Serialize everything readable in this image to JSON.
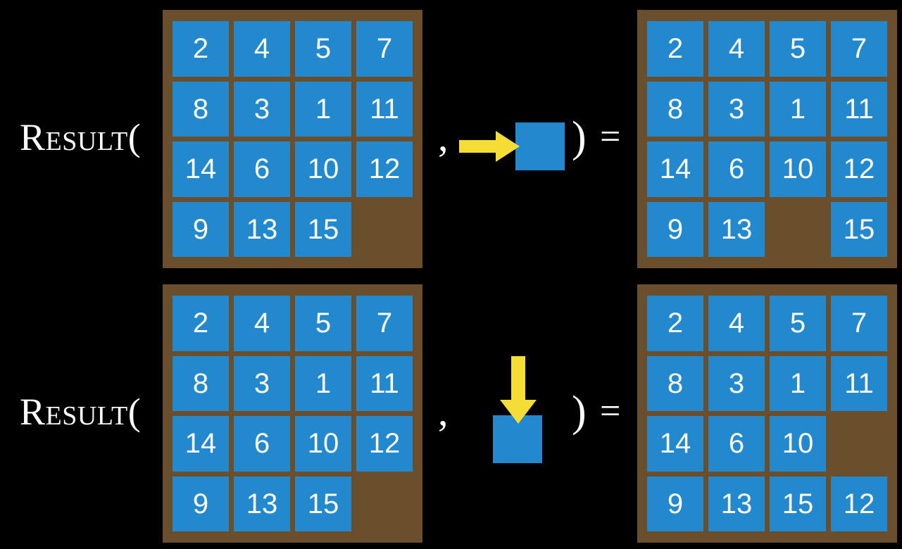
{
  "colors": {
    "background": "#000000",
    "board": "#6b4f2c",
    "tile": "#2389ce",
    "tile_text": "#ffffff",
    "arrow": "#f5dd35",
    "text": "#ffffff"
  },
  "equations": [
    {
      "label": "Result(",
      "comma": ",",
      "close_paren": ")",
      "equals": "=",
      "action": {
        "name": "move-right",
        "direction": "right",
        "arrow_glyph": "→"
      },
      "input_board": {
        "rows": [
          [
            "2",
            "4",
            "5",
            "7"
          ],
          [
            "8",
            "3",
            "1",
            "11"
          ],
          [
            "14",
            "6",
            "10",
            "12"
          ],
          [
            "9",
            "13",
            "15",
            ""
          ]
        ]
      },
      "output_board": {
        "rows": [
          [
            "2",
            "4",
            "5",
            "7"
          ],
          [
            "8",
            "3",
            "1",
            "11"
          ],
          [
            "14",
            "6",
            "10",
            "12"
          ],
          [
            "9",
            "13",
            "",
            "15"
          ]
        ]
      }
    },
    {
      "label": "Result(",
      "comma": ",",
      "close_paren": ")",
      "equals": "=",
      "action": {
        "name": "move-down",
        "direction": "down",
        "arrow_glyph": "↓"
      },
      "input_board": {
        "rows": [
          [
            "2",
            "4",
            "5",
            "7"
          ],
          [
            "8",
            "3",
            "1",
            "11"
          ],
          [
            "14",
            "6",
            "10",
            "12"
          ],
          [
            "9",
            "13",
            "15",
            ""
          ]
        ]
      },
      "output_board": {
        "rows": [
          [
            "2",
            "4",
            "5",
            "7"
          ],
          [
            "8",
            "3",
            "1",
            "11"
          ],
          [
            "14",
            "6",
            "10",
            ""
          ],
          [
            "9",
            "13",
            "15",
            "12"
          ]
        ]
      }
    }
  ]
}
